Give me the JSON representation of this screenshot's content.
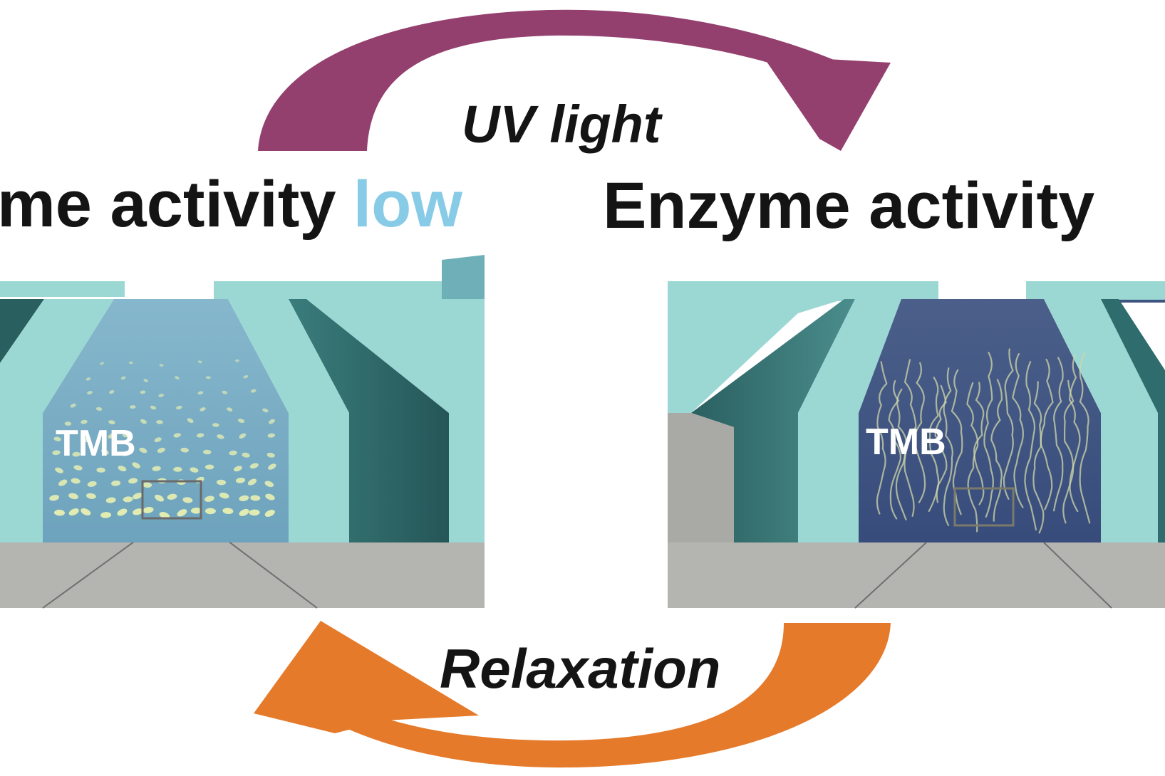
{
  "labels": {
    "left_heading": "me activity",
    "left_heading_state": "low",
    "right_heading": "Enzyme activity",
    "top_arrow": "UV light",
    "bottom_arrow": "Relaxation",
    "left_channel": "TMB",
    "right_channel": "TMB"
  },
  "colors": {
    "uv_arrow": "#94406f",
    "relaxation_arrow": "#e67a2b",
    "wall": "#9bd8d4",
    "wall_shadow": "#2f6c6d",
    "floor": "#b4b4b0",
    "channel_low": "#73a7bf",
    "channel_high": "#3d5380",
    "low_text": "#87cbe6"
  }
}
